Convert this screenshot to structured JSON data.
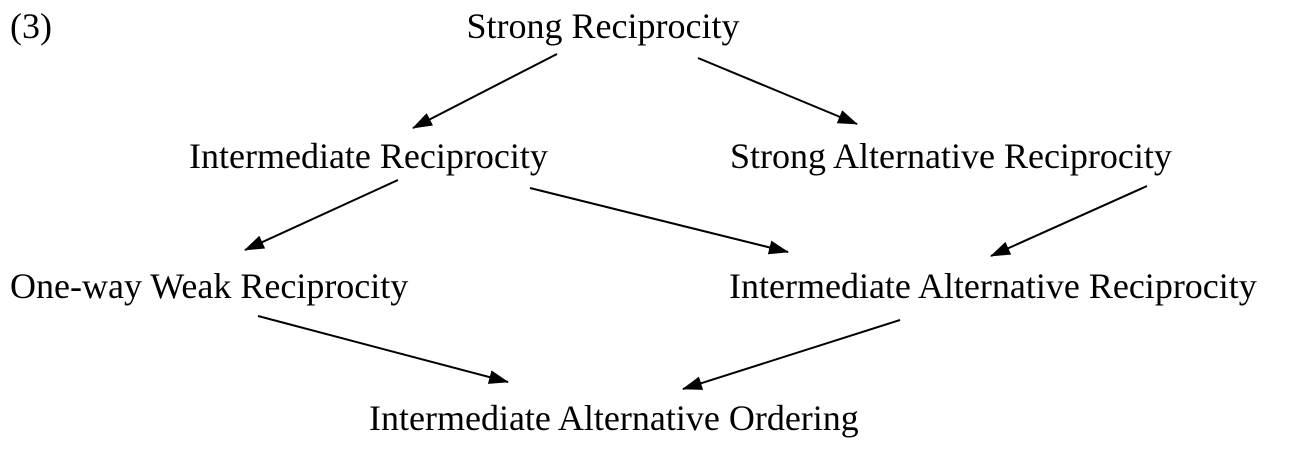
{
  "diagram": {
    "number_label": "(3)",
    "nodes": {
      "strong_reciprocity": "Strong Reciprocity",
      "intermediate_reciprocity": "Intermediate Reciprocity",
      "strong_alternative_reciprocity": "Strong Alternative Reciprocity",
      "one_way_weak_reciprocity": "One-way Weak Reciprocity",
      "intermediate_alternative_reciprocity": "Intermediate Alternative Reciprocity",
      "intermediate_alternative_ordering": "Intermediate Alternative Ordering"
    },
    "edges": [
      {
        "from": "strong_reciprocity",
        "to": "intermediate_reciprocity"
      },
      {
        "from": "strong_reciprocity",
        "to": "strong_alternative_reciprocity"
      },
      {
        "from": "intermediate_reciprocity",
        "to": "one_way_weak_reciprocity"
      },
      {
        "from": "intermediate_reciprocity",
        "to": "intermediate_alternative_reciprocity"
      },
      {
        "from": "strong_alternative_reciprocity",
        "to": "intermediate_alternative_reciprocity"
      },
      {
        "from": "one_way_weak_reciprocity",
        "to": "intermediate_alternative_ordering"
      },
      {
        "from": "intermediate_alternative_reciprocity",
        "to": "intermediate_alternative_ordering"
      }
    ],
    "colors": {
      "text": "#000000",
      "arrow": "#000000",
      "background": "#ffffff"
    }
  }
}
